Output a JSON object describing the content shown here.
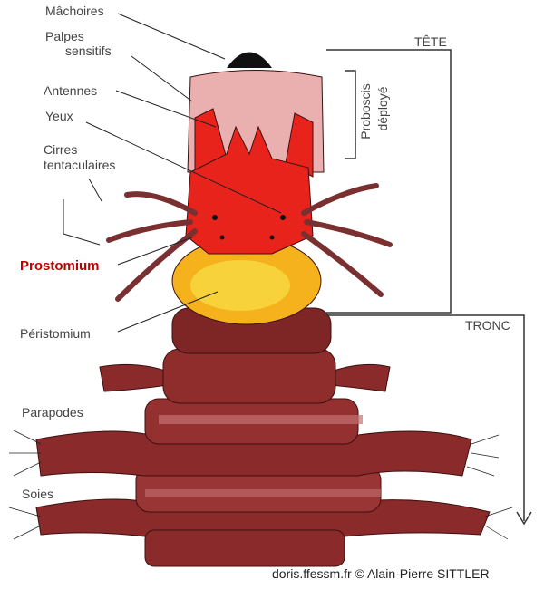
{
  "labels": {
    "machoires": "Mâchoires",
    "palpes_1": "Palpes",
    "palpes_2": "sensitifs",
    "antennes": "Antennes",
    "yeux": "Yeux",
    "cirres_1": "Cirres",
    "cirres_2": "tentaculaires",
    "prostomium": "Prostomium",
    "peristomium": "Péristomium",
    "parapodes": "Parapodes",
    "soies": "Soies",
    "tete": "TÊTE",
    "proboscis_1": "Proboscis",
    "proboscis_2": "déployé",
    "tronc": "TRONC"
  },
  "credit": "doris.ffessm.fr  ©  Alain-Pierre SITTLER",
  "colors": {
    "prostomium": "#e8231c",
    "peristomium": "#f5b21c",
    "proboscis": "#eab0b0",
    "body": "#8a2a2a",
    "highlight_label": "#c00000"
  }
}
